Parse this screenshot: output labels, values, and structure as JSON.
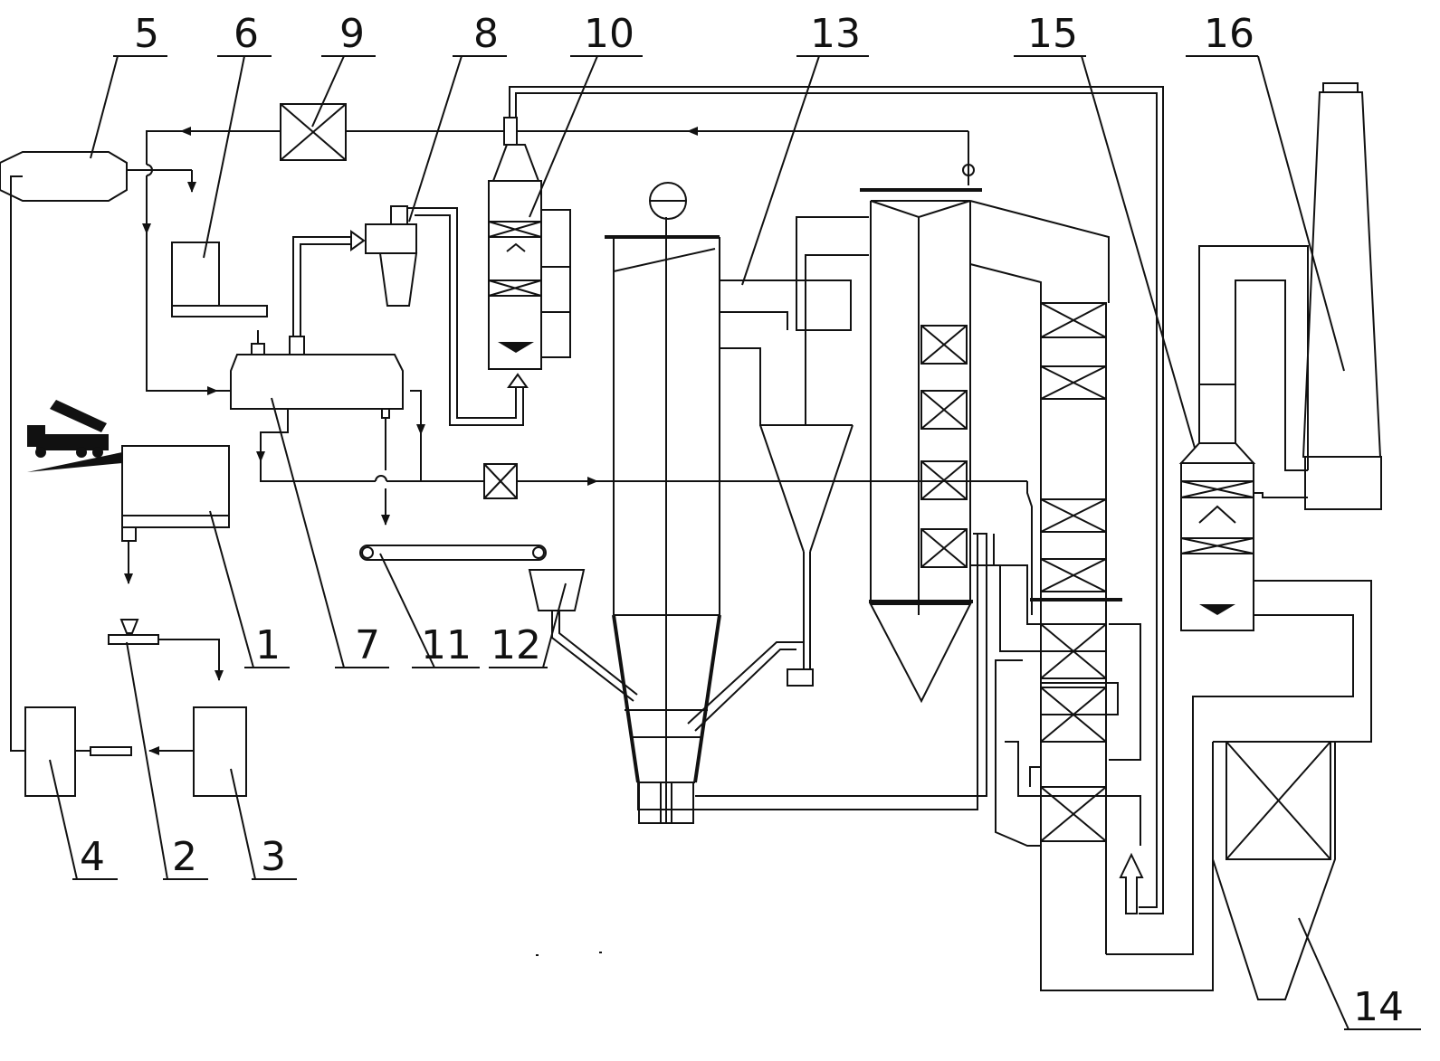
{
  "labels": {
    "l1": "1",
    "l2": "2",
    "l3": "3",
    "l4": "4",
    "l5": "5",
    "l6": "6",
    "l7": "7",
    "l8": "8",
    "l9": "9",
    "l10": "10",
    "l11": "11",
    "l12": "12",
    "l13": "13",
    "l14": "14",
    "l15": "15",
    "l16": "16"
  },
  "colors": {
    "line": "#111111",
    "background": "#ffffff"
  }
}
